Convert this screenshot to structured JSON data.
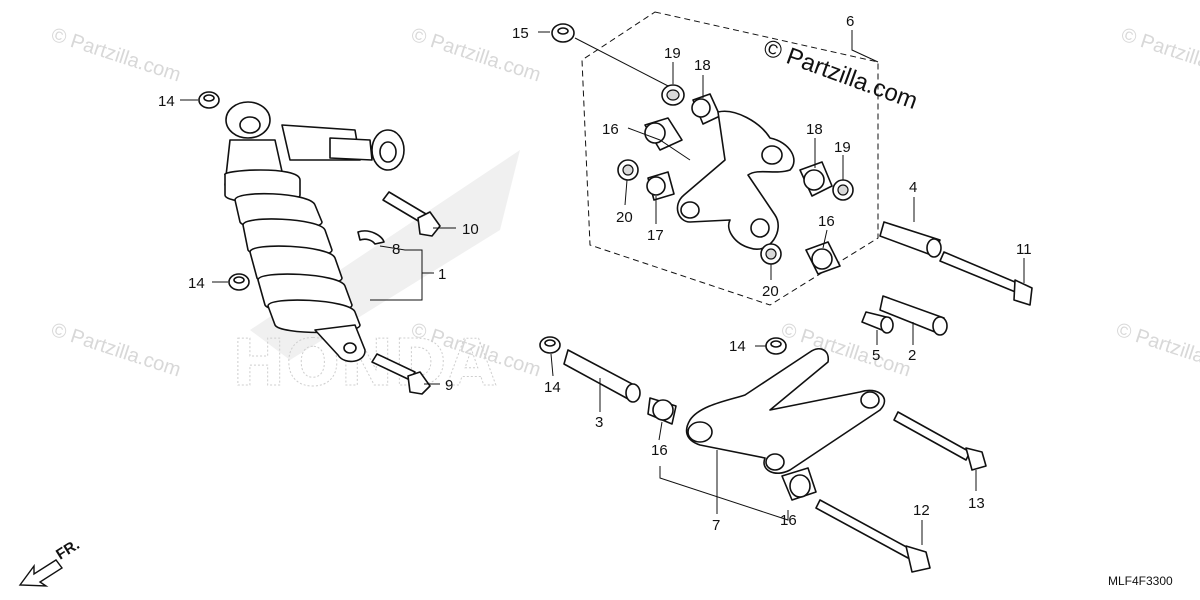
{
  "diagram": {
    "code": "MLF4F3300",
    "copyright": "© Partzilla.com",
    "watermark": "© Partzilla.com",
    "brand_bg": "HONDA",
    "direction_label": "FR.",
    "callouts": {
      "c1": "1",
      "c2": "2",
      "c3": "3",
      "c4": "4",
      "c5": "5",
      "c6": "6",
      "c7": "7",
      "c8": "8",
      "c9": "9",
      "c10": "10",
      "c11": "11",
      "c12": "12",
      "c13": "13",
      "c14a": "14",
      "c14b": "14",
      "c14c": "14",
      "c14d": "14",
      "c15": "15",
      "c16a": "16",
      "c16b": "16",
      "c16c": "16",
      "c16d": "16",
      "c17": "17",
      "c18a": "18",
      "c18b": "18",
      "c19a": "19",
      "c19b": "19",
      "c20a": "20",
      "c20b": "20"
    }
  }
}
